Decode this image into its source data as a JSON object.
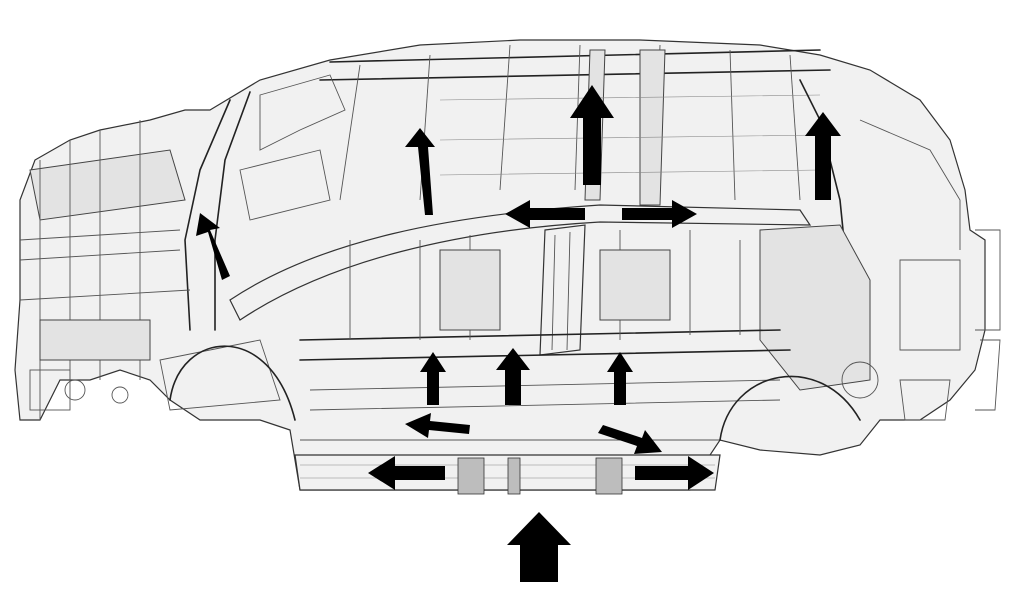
{
  "diagram": {
    "subject": "vehicle-body-structure",
    "view": "side-cutaway",
    "colors": {
      "line": "#222222",
      "panel": "#f1f1f1",
      "shade": "#e3e3e3",
      "arrow": "#000000",
      "watermark": "#e8a0a0"
    },
    "arrows": [
      {
        "id": "up-a-pillar",
        "direction": "up-left"
      },
      {
        "id": "up-b-upper",
        "direction": "up"
      },
      {
        "id": "up-b-pillar",
        "direction": "up"
      },
      {
        "id": "up-c-pillar",
        "direction": "up"
      },
      {
        "id": "left-roof-mid",
        "direction": "left"
      },
      {
        "id": "right-roof-mid",
        "direction": "right"
      },
      {
        "id": "up-floor-1",
        "direction": "up"
      },
      {
        "id": "up-floor-2",
        "direction": "up"
      },
      {
        "id": "up-floor-3",
        "direction": "up"
      },
      {
        "id": "left-sill-upper",
        "direction": "left"
      },
      {
        "id": "right-sill-upper",
        "direction": "down-right"
      },
      {
        "id": "left-sill",
        "direction": "left"
      },
      {
        "id": "right-sill",
        "direction": "right"
      },
      {
        "id": "up-side-impact",
        "direction": "up"
      }
    ]
  }
}
